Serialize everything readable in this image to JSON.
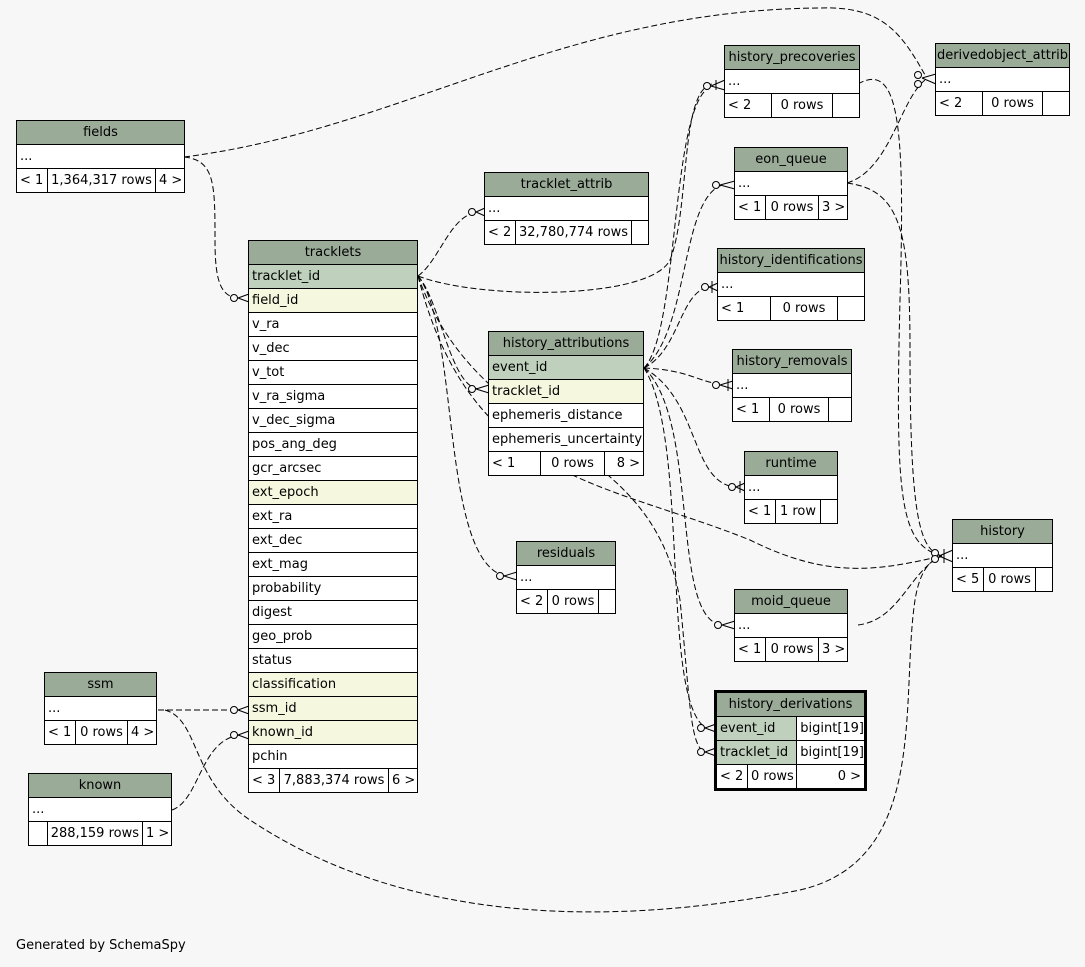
{
  "credit": "Generated by SchemaSpy",
  "tables": {
    "fields": {
      "name": "fields",
      "rows": [
        "..."
      ],
      "footer": [
        "< 1",
        "1,364,317 rows",
        "4 >"
      ]
    },
    "tracklets": {
      "name": "tracklets",
      "rows": [
        "tracklet_id",
        "field_id",
        "v_ra",
        "v_dec",
        "v_tot",
        "v_ra_sigma",
        "v_dec_sigma",
        "pos_ang_deg",
        "gcr_arcsec",
        "ext_epoch",
        "ext_ra",
        "ext_dec",
        "ext_mag",
        "probability",
        "digest",
        "geo_prob",
        "status",
        "classification",
        "ssm_id",
        "known_id",
        "pchin"
      ],
      "footer": [
        "< 3",
        "7,883,374 rows",
        "6 >"
      ]
    },
    "ssm": {
      "name": "ssm",
      "rows": [
        "..."
      ],
      "footer": [
        "< 1",
        "0 rows",
        "4 >"
      ]
    },
    "known": {
      "name": "known",
      "rows": [
        "..."
      ],
      "footer": [
        "",
        "288,159 rows",
        "1 >"
      ]
    },
    "tracklet_attrib": {
      "name": "tracklet_attrib",
      "rows": [
        "..."
      ],
      "footer": [
        "< 2",
        "32,780,774 rows",
        ""
      ]
    },
    "history_attributions": {
      "name": "history_attributions",
      "rows": [
        "event_id",
        "tracklet_id",
        "ephemeris_distance",
        "ephemeris_uncertainty"
      ],
      "footer": [
        "< 1",
        "0 rows",
        "8 >"
      ]
    },
    "residuals": {
      "name": "residuals",
      "rows": [
        "..."
      ],
      "footer": [
        "< 2",
        "0 rows",
        ""
      ]
    },
    "history_precoveries": {
      "name": "history_precoveries",
      "rows": [
        "..."
      ],
      "footer": [
        "< 2",
        "0 rows",
        ""
      ]
    },
    "eon_queue": {
      "name": "eon_queue",
      "rows": [
        "..."
      ],
      "footer": [
        "< 1",
        "0 rows",
        "3 >"
      ]
    },
    "history_identifications": {
      "name": "history_identifications",
      "rows": [
        "..."
      ],
      "footer": [
        "< 1",
        "0 rows",
        ""
      ]
    },
    "history_removals": {
      "name": "history_removals",
      "rows": [
        "..."
      ],
      "footer": [
        "< 1",
        "0 rows",
        ""
      ]
    },
    "runtime": {
      "name": "runtime",
      "rows": [
        "..."
      ],
      "footer": [
        "< 1",
        "1 row",
        ""
      ]
    },
    "moid_queue": {
      "name": "moid_queue",
      "rows": [
        "..."
      ],
      "footer": [
        "< 1",
        "0 rows",
        "3 >"
      ]
    },
    "history_derivations": {
      "name": "history_derivations",
      "rows": [
        {
          "col": "event_id",
          "type": "bigint[19]"
        },
        {
          "col": "tracklet_id",
          "type": "bigint[19]"
        }
      ],
      "footer": [
        "< 2",
        "0 rows",
        "0 >"
      ]
    },
    "derivedobject_attrib": {
      "name": "derivedobject_attrib",
      "rows": [
        "..."
      ],
      "footer": [
        "< 2",
        "0 rows",
        ""
      ]
    },
    "history": {
      "name": "history",
      "rows": [
        "..."
      ],
      "footer": [
        "< 5",
        "0 rows",
        ""
      ]
    }
  },
  "colors": {
    "header": "#9aab98",
    "primary_key": "#bfd1bd",
    "foreign_key": "#f5f7df",
    "background": "#f7f7f7"
  }
}
